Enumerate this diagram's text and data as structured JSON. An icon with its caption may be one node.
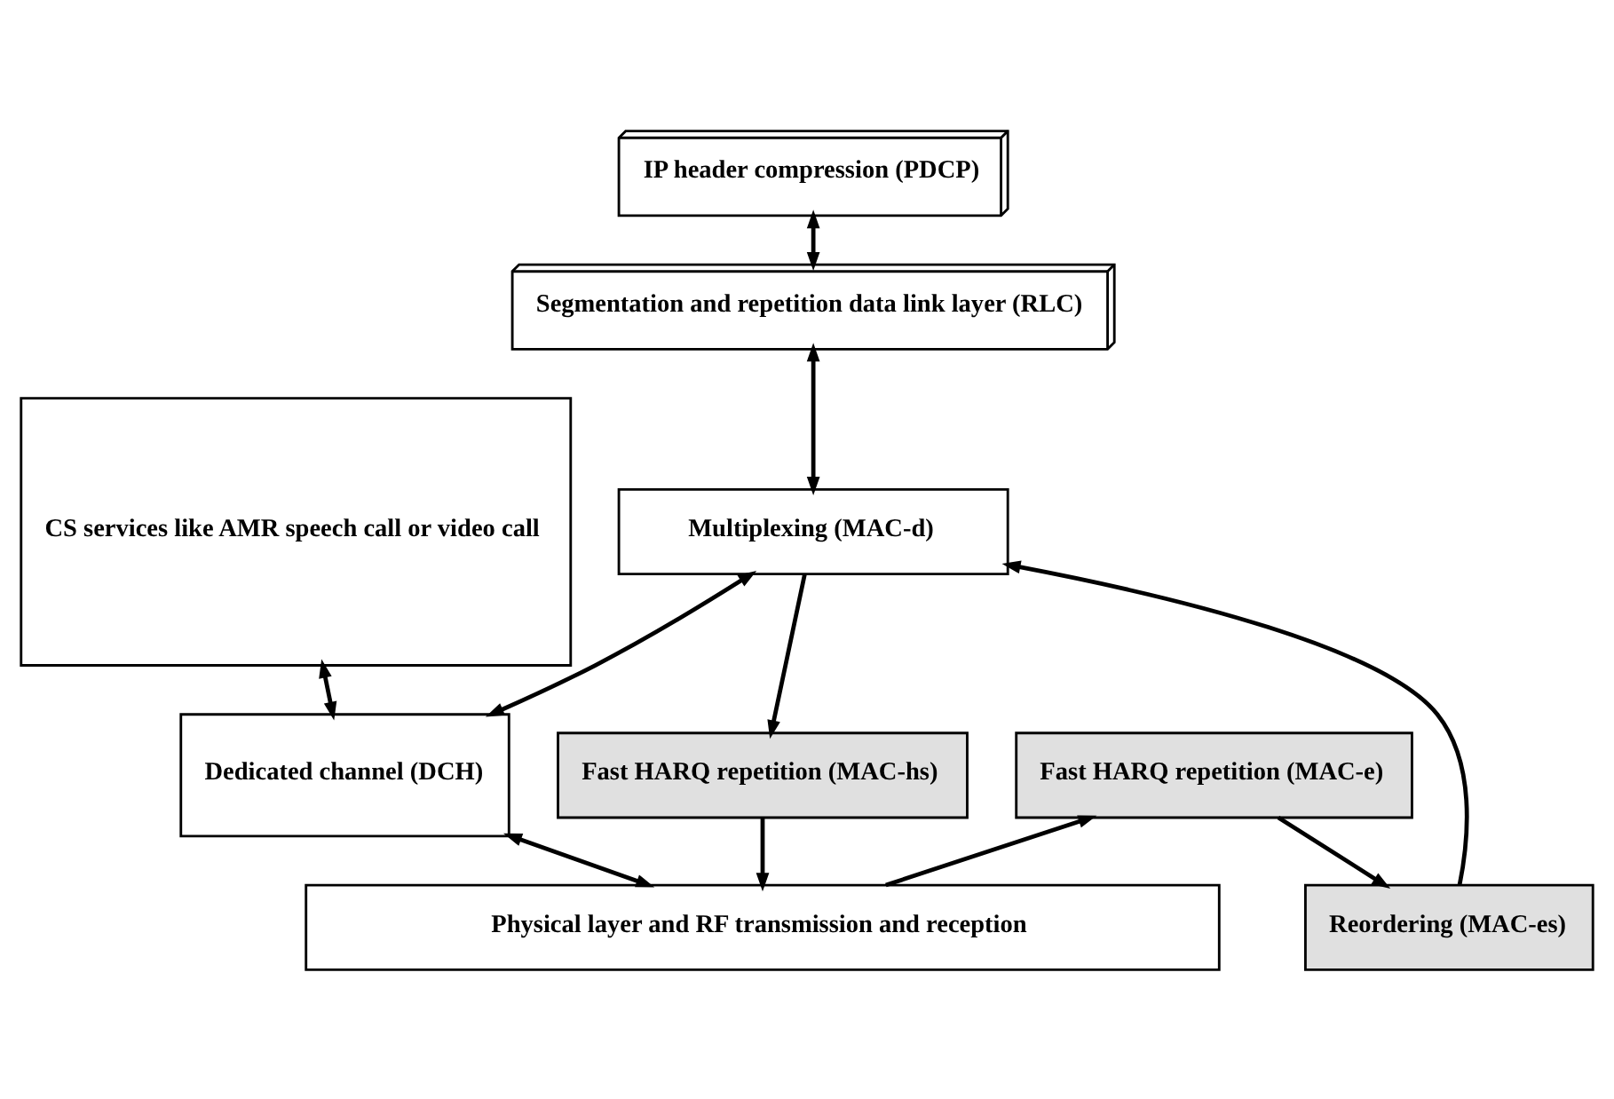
{
  "diagram": {
    "nodes": [
      {
        "text": [
          "IP header compression (PDCP)"
        ]
      },
      {
        "text": [
          "Segmentation and repetition data link layer (RLC)"
        ]
      },
      {
        "text": [
          "Multiplexing (MAC-d)"
        ]
      },
      {
        "text": [
          "CS services like AMR speech call or video call"
        ]
      },
      {
        "text": [
          "Dedicated channel (DCH)"
        ]
      },
      {
        "text": [
          "Fast HARQ repetition (MAC-hs)"
        ]
      },
      {
        "text": [
          "Reordering (MAC-es)"
        ]
      },
      {
        "text": [
          "Fast HARQ repetition (MAC-e)"
        ]
      },
      {
        "text": [
          "Physical layer and RF transmission and reception"
        ]
      }
    ],
    "edges": [
      {
        "from": 0,
        "to": 1,
        "arrow": "both"
      },
      {
        "from": 1,
        "to": 2,
        "arrow": "both"
      },
      {
        "from": 3,
        "to": 4,
        "arrow": "both"
      },
      {
        "from": 2,
        "to": 4,
        "arrow": "both"
      },
      {
        "from": 2,
        "to": 5,
        "arrow": "to"
      },
      {
        "from": 6,
        "to": 2,
        "arrow": "to"
      },
      {
        "from": 7,
        "to": 6,
        "arrow": "to"
      },
      {
        "from": 4,
        "to": 8,
        "arrow": "both"
      },
      {
        "from": 5,
        "to": 8,
        "arrow": "to"
      },
      {
        "from": 8,
        "to": 7,
        "arrow": "to"
      }
    ]
  }
}
